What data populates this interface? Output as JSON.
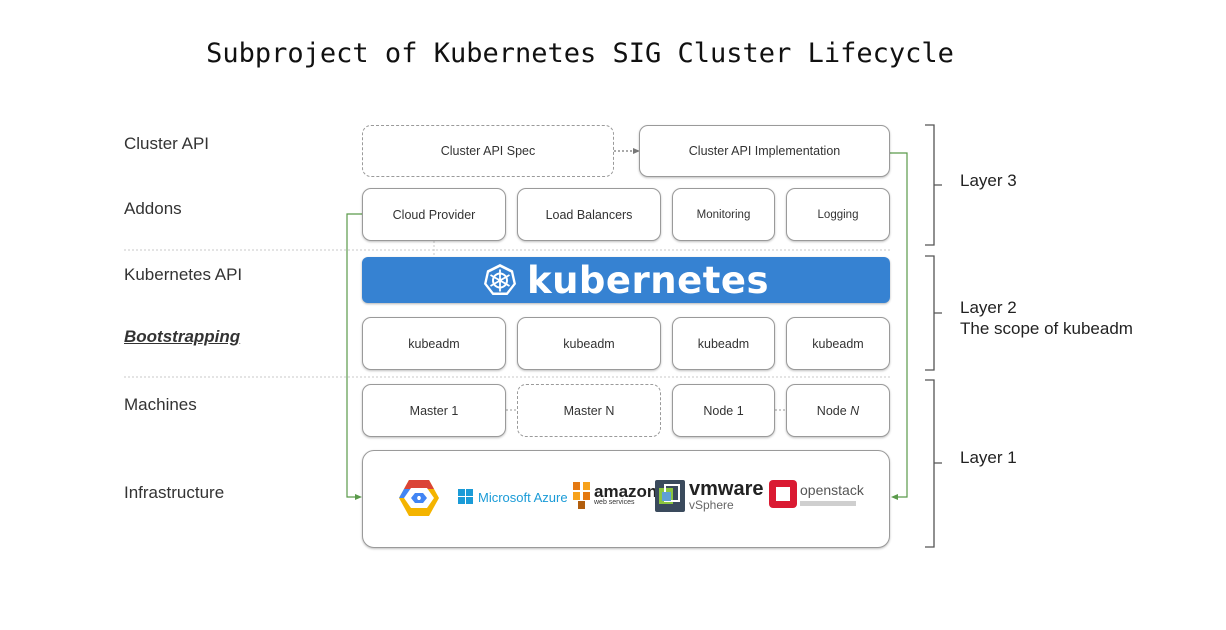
{
  "title": "Subproject of Kubernetes SIG Cluster Lifecycle",
  "row_labels": {
    "cluster_api": "Cluster API",
    "addons": "Addons",
    "kubernetes_api": "Kubernetes API",
    "bootstrapping": "Bootstrapping",
    "machines": "Machines",
    "infrastructure": "Infrastructure"
  },
  "cluster_api": {
    "spec": "Cluster API Spec",
    "implementation": "Cluster API Implementation"
  },
  "addons": [
    "Cloud Provider",
    "Load Balancers",
    "Monitoring",
    "Logging"
  ],
  "kubernetes_logo_text": "kubernetes",
  "bootstrapping": [
    "kubeadm",
    "kubeadm",
    "kubeadm",
    "kubeadm"
  ],
  "machines": {
    "master1": "Master 1",
    "masterN": "Master N",
    "node1": "Node 1",
    "nodeN_prefix": "Node ",
    "nodeN_suffix": "N"
  },
  "infrastructure": {
    "azure": "Microsoft Azure",
    "amazon": "amazon",
    "amazon_sub": "web services",
    "vmware": "vmware",
    "vmware_sub": "vSphere",
    "openstack": "openstack"
  },
  "layers": {
    "layer3": "Layer 3",
    "layer2": "Layer 2",
    "layer2_sub": "The scope of kubeadm",
    "layer1": "Layer 1"
  },
  "colors": {
    "kubernetes_blue": "#3682d2",
    "connector_green": "#5a9a4a",
    "box_border": "#9a9a9a"
  }
}
